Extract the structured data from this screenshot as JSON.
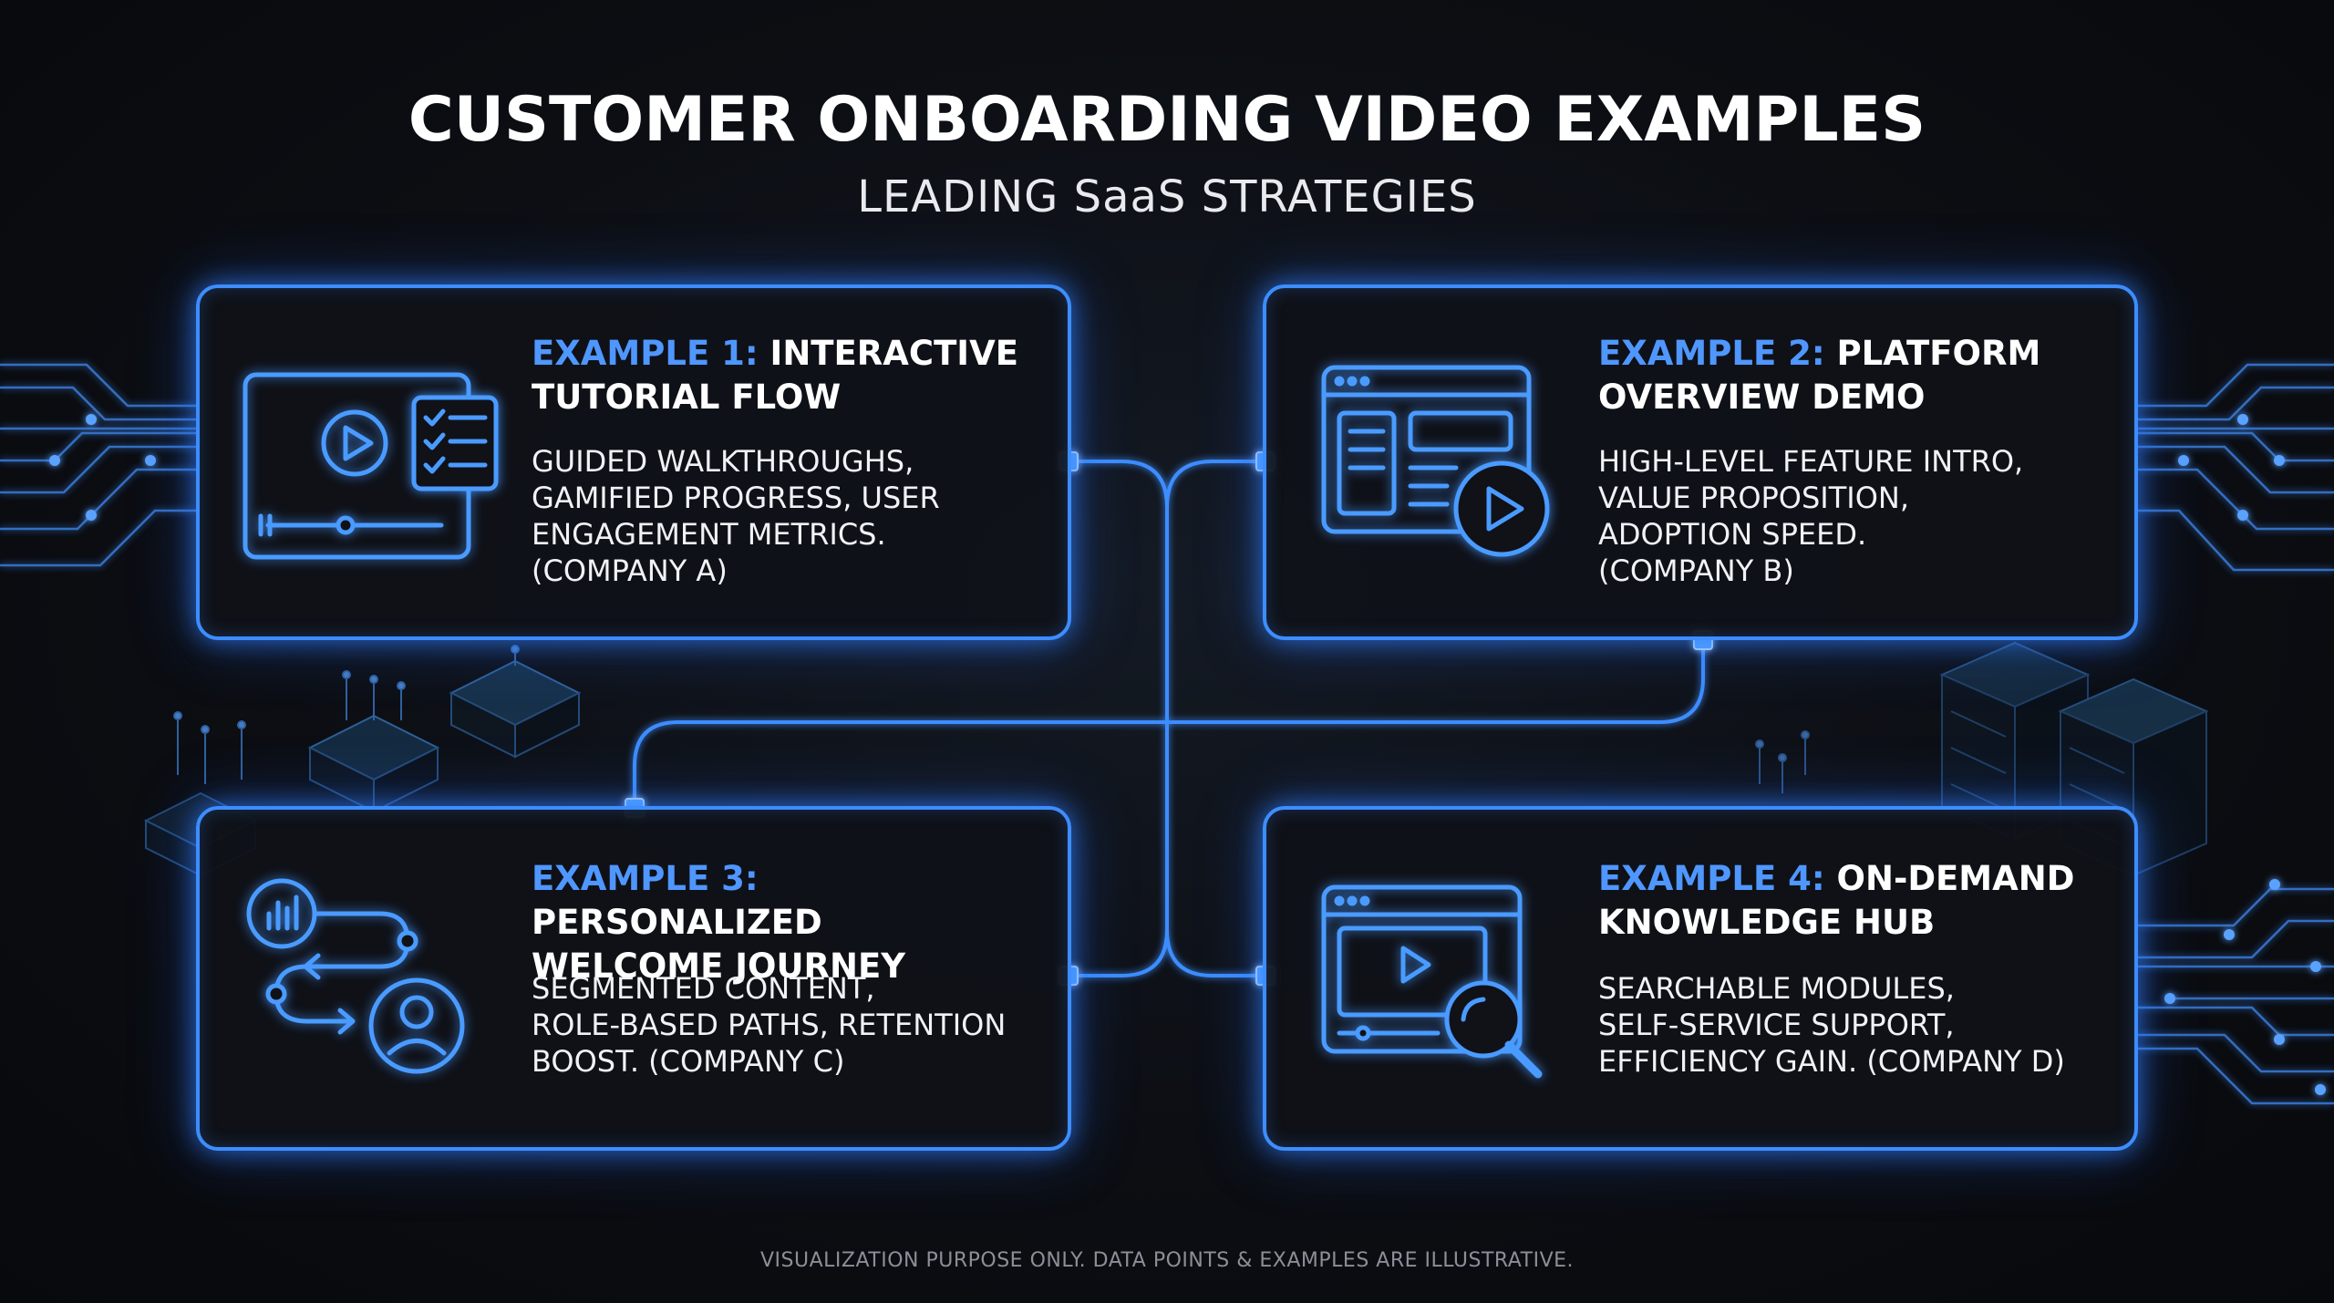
{
  "header": {
    "title": "CUSTOMER ONBOARDING VIDEO EXAMPLES",
    "subtitle": "LEADING SaaS STRATEGIES"
  },
  "cards": [
    {
      "label": "EXAMPLE 1:",
      "title_line1": "INTERACTIVE",
      "title_line2": "TUTORIAL FLOW",
      "body_lines": [
        "GUIDED WALKTHROUGHS,",
        "GAMIFIED PROGRESS, USER",
        "ENGAGEMENT METRICS.",
        "(COMPANY A)"
      ],
      "icon": "video-checklist-icon"
    },
    {
      "label": "EXAMPLE 2:",
      "title_line1": "PLATFORM",
      "title_line2": "OVERVIEW DEMO",
      "body_lines": [
        "HIGH-LEVEL FEATURE INTRO,",
        "VALUE PROPOSITION,",
        "ADOPTION SPEED.",
        "(COMPANY B)"
      ],
      "icon": "browser-play-icon"
    },
    {
      "label": "EXAMPLE 3:",
      "title_line1": "PERSONALIZED",
      "title_line2": "WELCOME JOURNEY",
      "body_lines": [
        "SEGMENTED CONTENT,",
        "ROLE-BASED PATHS, RETENTION",
        "BOOST. (COMPANY C)"
      ],
      "icon": "user-journey-icon"
    },
    {
      "label": "EXAMPLE 4:",
      "title_line1": "ON-DEMAND",
      "title_line2": "KNOWLEDGE HUB",
      "body_lines": [
        "SEARCHABLE MODULES,",
        "SELF-SERVICE SUPPORT,",
        "EFFICIENCY GAIN. (COMPANY D)"
      ],
      "icon": "search-video-icon"
    }
  ],
  "footer": {
    "note": "VISUALIZATION PURPOSE ONLY. DATA POINTS & EXAMPLES ARE ILLUSTRATIVE."
  },
  "colors": {
    "accent": "#3d8dff",
    "label_blue": "#4f97ff",
    "background": "#0b0c10"
  }
}
